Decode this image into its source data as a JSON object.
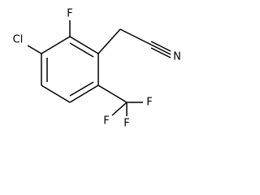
{
  "molecule": {
    "labels": {
      "chloro": "Cl",
      "fluoro": "F",
      "nitrile_n": "N",
      "cf3_f_right": "F",
      "cf3_f_left": "F",
      "cf3_f_bottom": "F"
    }
  }
}
